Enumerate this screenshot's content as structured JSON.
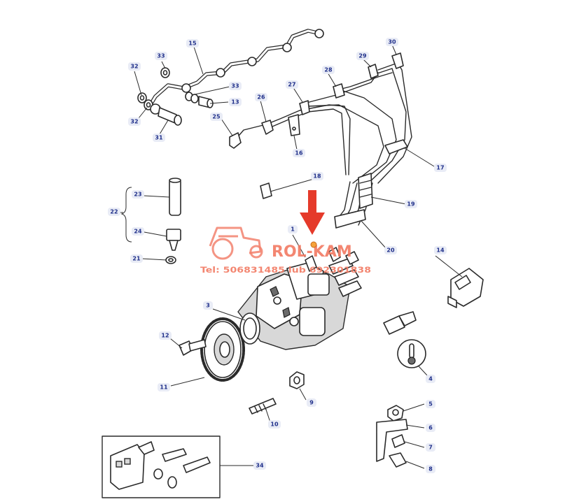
{
  "diagram": {
    "callouts": [
      {
        "id": "c1",
        "label": "1"
      },
      {
        "id": "c3",
        "label": "3"
      },
      {
        "id": "c4",
        "label": "4"
      },
      {
        "id": "c5",
        "label": "5"
      },
      {
        "id": "c6",
        "label": "6"
      },
      {
        "id": "c7",
        "label": "7"
      },
      {
        "id": "c8",
        "label": "8"
      },
      {
        "id": "c9",
        "label": "9"
      },
      {
        "id": "c10",
        "label": "10"
      },
      {
        "id": "c11",
        "label": "11"
      },
      {
        "id": "c12",
        "label": "12"
      },
      {
        "id": "c13",
        "label": "13"
      },
      {
        "id": "c14",
        "label": "14"
      },
      {
        "id": "c15",
        "label": "15"
      },
      {
        "id": "c16",
        "label": "16"
      },
      {
        "id": "c17",
        "label": "17"
      },
      {
        "id": "c18",
        "label": "18"
      },
      {
        "id": "c19",
        "label": "19"
      },
      {
        "id": "c20",
        "label": "20"
      },
      {
        "id": "c21",
        "label": "21"
      },
      {
        "id": "c22",
        "label": "22"
      },
      {
        "id": "c23",
        "label": "23"
      },
      {
        "id": "c24",
        "label": "24"
      },
      {
        "id": "c25",
        "label": "25"
      },
      {
        "id": "c26",
        "label": "26"
      },
      {
        "id": "c27",
        "label": "27"
      },
      {
        "id": "c28",
        "label": "28"
      },
      {
        "id": "c29",
        "label": "29"
      },
      {
        "id": "c30",
        "label": "30"
      },
      {
        "id": "c31",
        "label": "31"
      },
      {
        "id": "c32a",
        "label": "32"
      },
      {
        "id": "c32b",
        "label": "32"
      },
      {
        "id": "c33a",
        "label": "33"
      },
      {
        "id": "c33b",
        "label": "33"
      },
      {
        "id": "c34",
        "label": "34"
      }
    ]
  },
  "watermark": {
    "brand": "ROL-KAM",
    "phone": "Tel: 506831485 lub 692301838",
    "color": "#f27a62"
  },
  "arrow": {
    "color": "#e53a2a"
  }
}
